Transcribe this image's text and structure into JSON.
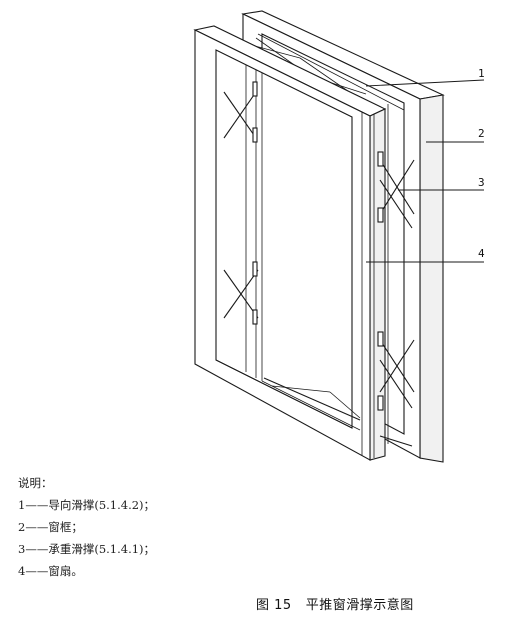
{
  "callouts": [
    "1",
    "2",
    "3",
    "4"
  ],
  "legend": {
    "title": "说明：",
    "items": [
      {
        "num": "1",
        "dash": "——",
        "text": "导向滑撑(5.1.4.2)；"
      },
      {
        "num": "2",
        "dash": "——",
        "text": "窗框；"
      },
      {
        "num": "3",
        "dash": "——",
        "text": "承重滑撑(5.1.4.1)；"
      },
      {
        "num": "4",
        "dash": "——",
        "text": "窗扇。"
      }
    ]
  },
  "caption": {
    "number": "图 15",
    "title": "平推窗滑撑示意图"
  }
}
